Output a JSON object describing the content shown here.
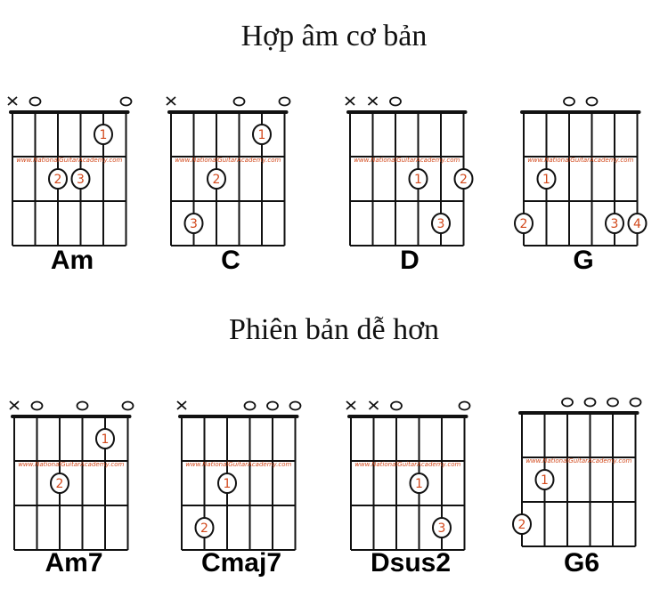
{
  "titles": {
    "basic": "Hợp âm cơ bản",
    "easier": "Phiên bản dễ hơn"
  },
  "watermark": "www.NationalGuitarAcademy.com",
  "colors": {
    "finger": "#d2491c",
    "line": "#111111"
  },
  "chords": [
    {
      "name": "Am",
      "open_mute": [
        "x",
        "o",
        "",
        "",
        "",
        "o"
      ],
      "fingers": [
        {
          "string": 5,
          "fret": 1,
          "num": "1"
        },
        {
          "string": 3,
          "fret": 2,
          "num": "2"
        },
        {
          "string": 4,
          "fret": 2,
          "num": "3"
        }
      ]
    },
    {
      "name": "C",
      "open_mute": [
        "x",
        "",
        "",
        "o",
        "",
        "o"
      ],
      "fingers": [
        {
          "string": 5,
          "fret": 1,
          "num": "1"
        },
        {
          "string": 3,
          "fret": 2,
          "num": "2"
        },
        {
          "string": 2,
          "fret": 3,
          "num": "3"
        }
      ]
    },
    {
      "name": "D",
      "open_mute": [
        "x",
        "x",
        "o",
        "",
        "",
        ""
      ],
      "fingers": [
        {
          "string": 4,
          "fret": 2,
          "num": "1"
        },
        {
          "string": 6,
          "fret": 2,
          "num": "2"
        },
        {
          "string": 5,
          "fret": 3,
          "num": "3"
        }
      ]
    },
    {
      "name": "G",
      "open_mute": [
        "",
        "",
        "o",
        "o",
        "",
        ""
      ],
      "fingers": [
        {
          "string": 2,
          "fret": 2,
          "num": "1"
        },
        {
          "string": 1,
          "fret": 3,
          "num": "2"
        },
        {
          "string": 5,
          "fret": 3,
          "num": "3"
        },
        {
          "string": 6,
          "fret": 3,
          "num": "4"
        }
      ]
    },
    {
      "name": "Am7",
      "open_mute": [
        "x",
        "o",
        "",
        "o",
        "",
        "o"
      ],
      "fingers": [
        {
          "string": 5,
          "fret": 1,
          "num": "1"
        },
        {
          "string": 3,
          "fret": 2,
          "num": "2"
        }
      ]
    },
    {
      "name": "Cmaj7",
      "open_mute": [
        "x",
        "",
        "",
        "o",
        "o",
        "o"
      ],
      "fingers": [
        {
          "string": 3,
          "fret": 2,
          "num": "1"
        },
        {
          "string": 2,
          "fret": 3,
          "num": "2"
        }
      ]
    },
    {
      "name": "Dsus2",
      "open_mute": [
        "x",
        "x",
        "o",
        "",
        "",
        "o"
      ],
      "fingers": [
        {
          "string": 4,
          "fret": 2,
          "num": "1"
        },
        {
          "string": 5,
          "fret": 3,
          "num": "3"
        }
      ]
    },
    {
      "name": "G6",
      "open_mute": [
        "",
        "",
        "o",
        "o",
        "o",
        "o"
      ],
      "fingers": [
        {
          "string": 2,
          "fret": 2,
          "num": "1"
        },
        {
          "string": 1,
          "fret": 3,
          "num": "2"
        }
      ]
    }
  ]
}
